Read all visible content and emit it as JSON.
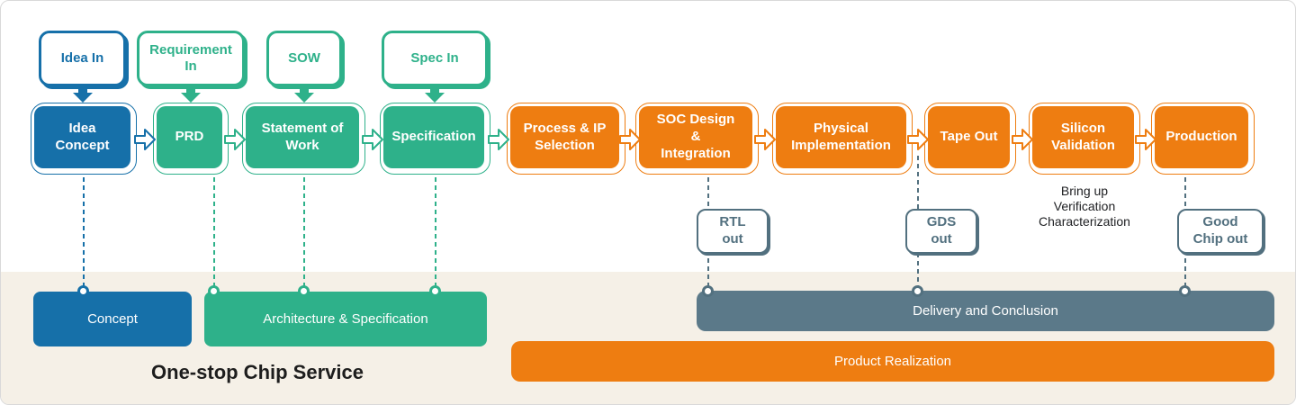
{
  "palette": {
    "blue": "#1670a9",
    "green": "#2eb18a",
    "orange": "#ee7d11",
    "slate": "#52707f",
    "slate_bar": "#5b7989",
    "cream_band": "#f5f0e7",
    "background": "#ffffff"
  },
  "title": "One-stop Chip Service",
  "input_callouts": [
    {
      "label": "Idea In",
      "color": "blue"
    },
    {
      "label": "Requirement\nIn",
      "color": "green"
    },
    {
      "label": "SOW",
      "color": "green"
    },
    {
      "label": "Spec In",
      "color": "green"
    }
  ],
  "flow_steps": [
    {
      "label": "Idea\nConcept",
      "color": "blue"
    },
    {
      "label": "PRD",
      "color": "green"
    },
    {
      "label": "Statement of\nWork",
      "color": "green"
    },
    {
      "label": "Specification",
      "color": "green"
    },
    {
      "label": "Process & IP\nSelection",
      "color": "orange"
    },
    {
      "label": "SOC Design\n&\nIntegration",
      "color": "orange"
    },
    {
      "label": "Physical\nImplementation",
      "color": "orange"
    },
    {
      "label": "Tape Out",
      "color": "orange"
    },
    {
      "label": "Silicon\nValidation",
      "color": "orange"
    },
    {
      "label": "Production",
      "color": "orange"
    }
  ],
  "output_callouts": [
    {
      "label": "RTL\nout"
    },
    {
      "label": "GDS\nout"
    },
    {
      "label": "Good\nChip out"
    }
  ],
  "silicon_validation_note": "Bring up\nVerification\nCharacterization",
  "phase_bars": [
    {
      "label": "Concept",
      "color": "blue"
    },
    {
      "label": "Architecture & Specification",
      "color": "green"
    },
    {
      "label": "Delivery and Conclusion",
      "color": "slate"
    },
    {
      "label": "Product Realization",
      "color": "orange"
    }
  ]
}
